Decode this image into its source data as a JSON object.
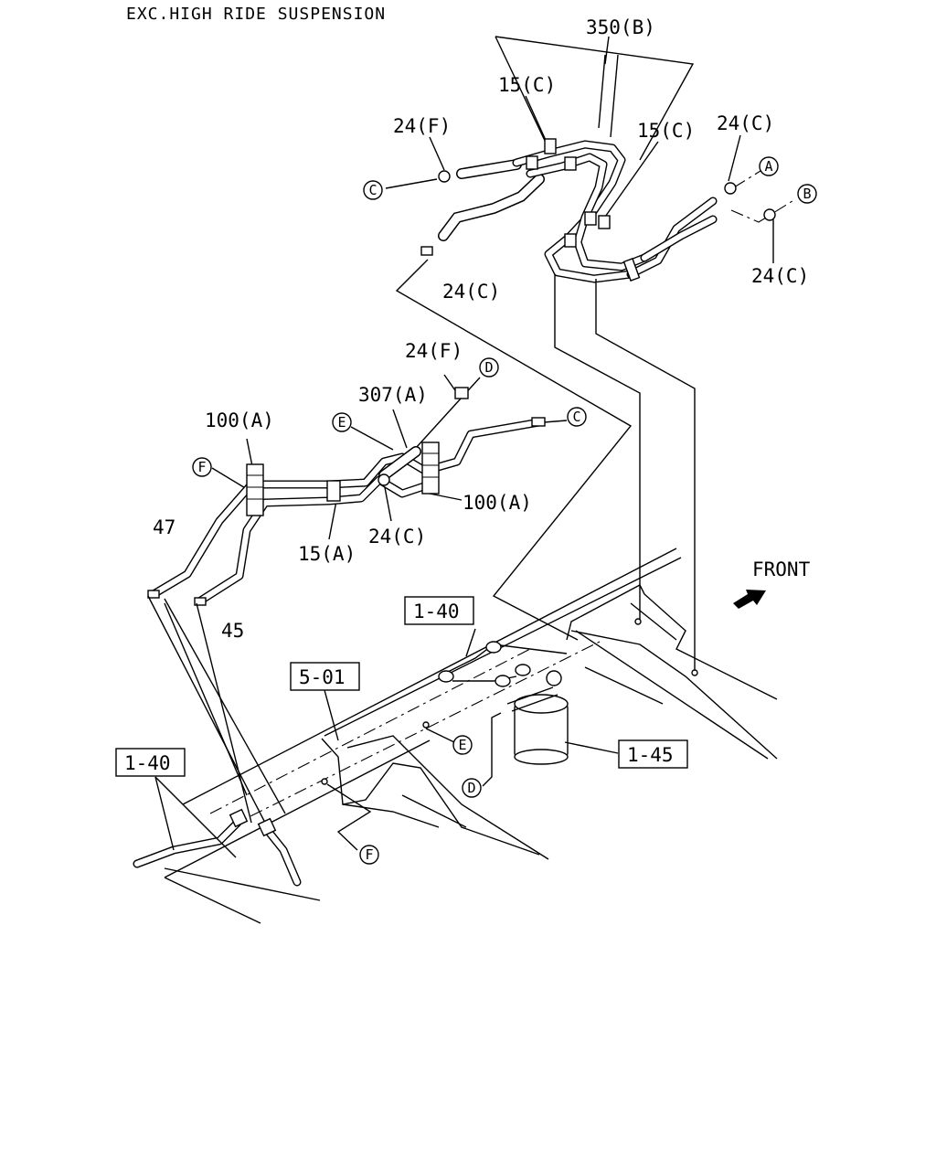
{
  "header": {
    "caption": "EXC.HIGH RIDE SUSPENSION"
  },
  "direction": {
    "front_label": "FRONT"
  },
  "callouts": {
    "c350b": "350(B)",
    "c15c_a": "15(C)",
    "c15c_b": "15(C)",
    "c24f_a": "24(F)",
    "c24c_a": "24(C)",
    "c24c_b": "24(C)",
    "c24c_c": "24(C)",
    "c24f_b": "24(F)",
    "c307a": "307(A)",
    "c100a_a": "100(A)",
    "c100a_b": "100(A)",
    "c15a": "15(A)",
    "c24c_d": "24(C)",
    "c47": "47",
    "c45": "45"
  },
  "references": {
    "r140_a": "1-40",
    "r501": "5-01",
    "r140_b": "1-40",
    "r145": "1-45"
  },
  "connectors": {
    "A": "A",
    "B": "B",
    "C": "C",
    "D": "D",
    "E": "E",
    "F": "F"
  }
}
